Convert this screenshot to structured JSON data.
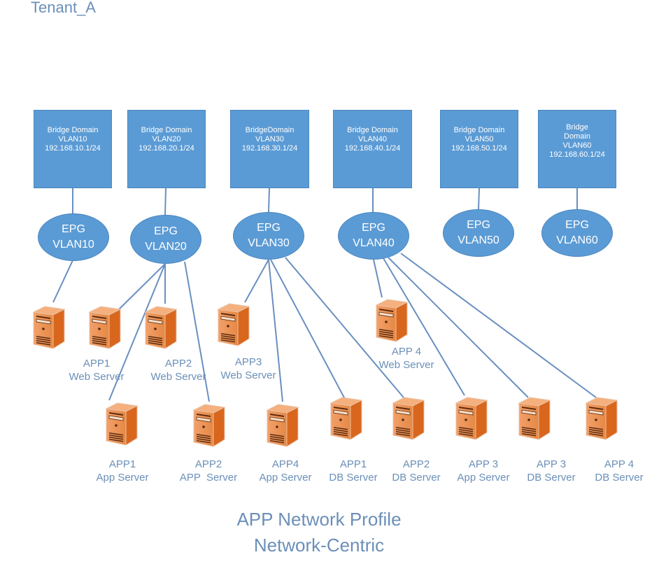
{
  "tenant": "Tenant_A",
  "title_line1": "APP Network Profile",
  "title_line2": "Network-Centric",
  "colors": {
    "box": "#5b9bd5",
    "line": "#6a8fc0",
    "server": "#e37a33",
    "label": "#6b8fb8"
  },
  "bridge_domains": [
    {
      "lines": [
        "Bridge Domain",
        "VLAN10",
        "192.168.10.1/24"
      ]
    },
    {
      "lines": [
        "Bridge Domain",
        "VLAN20",
        "192.168.20.1/24"
      ]
    },
    {
      "lines": [
        "BridgeDomain",
        "VLAN30",
        "192.168.30.1/24"
      ]
    },
    {
      "lines": [
        "Bridge Domain",
        "VLAN40",
        "192.168.40.1/24"
      ]
    },
    {
      "lines": [
        "Bridge Domain",
        "VLAN50",
        "192.168.50.1/24"
      ]
    },
    {
      "lines": [
        "Bridge",
        "Domain",
        "VLAN60",
        "192.168.60.1/24"
      ]
    }
  ],
  "epgs": [
    {
      "line1": "EPG",
      "line2": "VLAN10"
    },
    {
      "line1": "EPG",
      "line2": "VLAN20"
    },
    {
      "line1": "EPG",
      "line2": "VLAN30"
    },
    {
      "line1": "EPG",
      "line2": "VLAN40"
    },
    {
      "line1": "EPG",
      "line2": "VLAN50"
    },
    {
      "line1": "EPG",
      "line2": "VLAN60"
    }
  ],
  "servers": [
    {
      "id": "s0",
      "epg": 0,
      "line1": "",
      "line2": ""
    },
    {
      "id": "s1",
      "epg": 1,
      "line1": "APP1",
      "line2": "Web Server"
    },
    {
      "id": "s2",
      "epg": 1,
      "line1": "APP2",
      "line2": "Web Server"
    },
    {
      "id": "s3",
      "epg": 2,
      "line1": "APP3",
      "line2": "Web Server"
    },
    {
      "id": "s4",
      "epg": 3,
      "line1": "APP 4",
      "line2": "Web Server"
    },
    {
      "id": "s5",
      "epg": 1,
      "line1": "APP1",
      "line2": "App Server"
    },
    {
      "id": "s6",
      "epg": 1,
      "line1": "APP2",
      "line2": "APP  Server"
    },
    {
      "id": "s7",
      "epg": 2,
      "line1": "APP4",
      "line2": "App Server"
    },
    {
      "id": "s8",
      "epg": 2,
      "line1": "APP1",
      "line2": "DB Server"
    },
    {
      "id": "s9",
      "epg": 2,
      "line1": "APP2",
      "line2": "DB Server"
    },
    {
      "id": "s10",
      "epg": 3,
      "line1": "APP 3",
      "line2": "App Server"
    },
    {
      "id": "s11",
      "epg": 3,
      "line1": "APP 3",
      "line2": "DB Server"
    },
    {
      "id": "s12",
      "epg": 3,
      "line1": "APP 4",
      "line2": "DB Server"
    }
  ]
}
